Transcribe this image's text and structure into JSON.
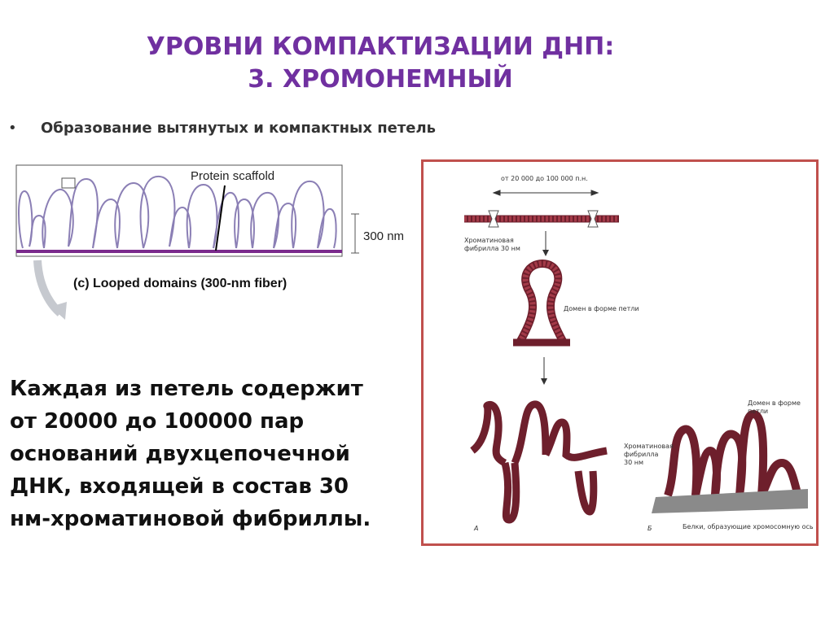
{
  "title": {
    "line1": "УРОВНИ КОМПАКТИЗАЦИИ ДНП:",
    "line2": "3. ХРОМОНЕМНЫЙ"
  },
  "bullet": {
    "marker": "•",
    "text": "Образование вытянутых и компактных петель"
  },
  "figure_c": {
    "protein_scaffold_label": "Protein scaffold",
    "scale_label": "300 nm",
    "caption": "(c) Looped domains (300-nm fiber)",
    "colors": {
      "loop": "#8b7fb5",
      "scaffold": "#7a2a8c",
      "arrow": "#b8bcc4"
    }
  },
  "body_text": [
    "Каждая из петель содержит",
    "от 20000 до 100000 пар",
    "оснований двухцепочечной",
    "ДНК, входящей в состав 30",
    "нм-хроматиновой фибриллы."
  ],
  "figure_right": {
    "top_range_label": "от 20 000 до 100 000 п.н.",
    "fibril_label": [
      "Хроматиновая",
      "фибрилла 30 нм"
    ],
    "loop_domain_label": "Домен в форме петли",
    "loop_domain_label_2": [
      "Домен в форме",
      "петли"
    ],
    "fibril_label_2": [
      "Хроматиновая",
      "фибрилла",
      "30 нм"
    ],
    "panel_a": "А",
    "panel_b": "Б",
    "axis_label": "Белки, образующие хромосомную ось",
    "colors": {
      "frame": "#c0504d",
      "fiber": "#a33a48",
      "fiber_stripe": "#6e1f2c",
      "axis": "#8a8a8a"
    }
  }
}
